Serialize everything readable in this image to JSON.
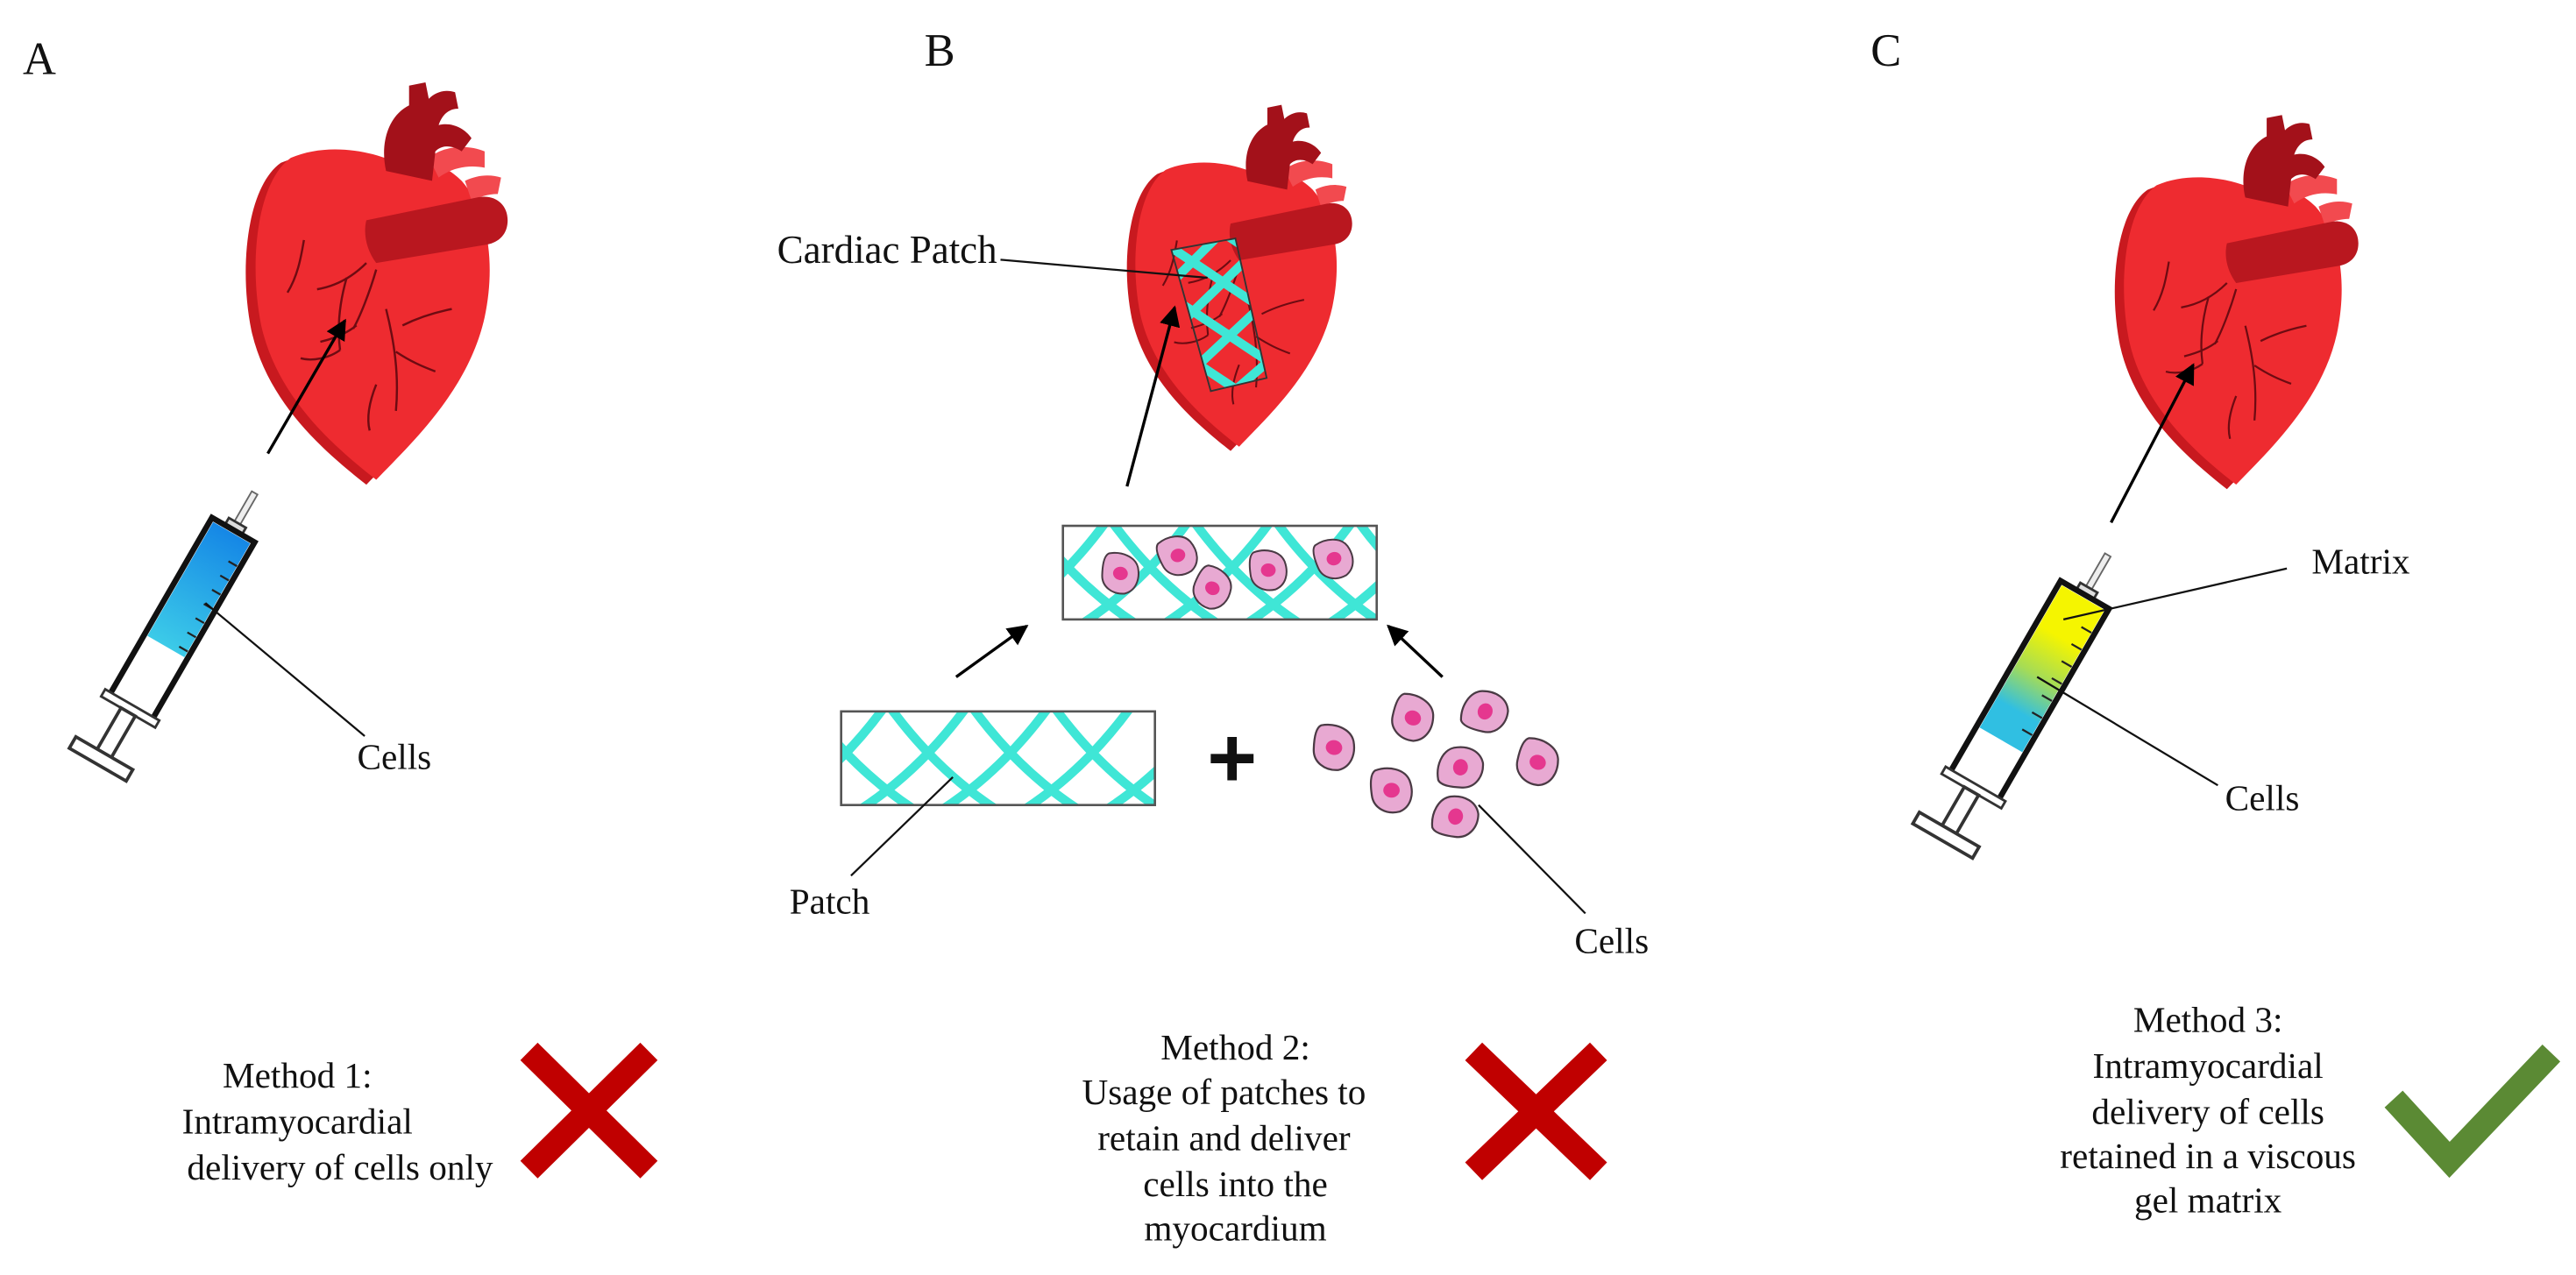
{
  "panel_a": {
    "letter": "A",
    "cells_label": "Cells",
    "method_lines": [
      "Method 1:",
      "Intramyocardial",
      "delivery of cells only"
    ],
    "verdict_icon": "cross-icon"
  },
  "panel_b": {
    "letter": "B",
    "cardiac_patch_label": "Cardiac Patch",
    "patch_label": "Patch",
    "plus_sign": "+",
    "cells_label": "Cells",
    "method_lines": [
      "Method 2:",
      "Usage of patches to",
      "retain and deliver",
      "cells into the",
      "myocardium"
    ],
    "verdict_icon": "cross-icon"
  },
  "panel_c": {
    "letter": "C",
    "matrix_label": "Matrix",
    "cells_label": "Cells",
    "method_lines": [
      "Method 3:",
      "Intramyocardial",
      "delivery of cells",
      "retained in a viscous",
      "gel matrix"
    ],
    "verdict_icon": "check-icon"
  },
  "colors": {
    "heart_body": "#ee2b30",
    "heart_shadow": "#c8191f",
    "aorta": "#a3111a",
    "pulmonary_artery": "#b9171f",
    "pulmonary_veins": "#f24a4f",
    "coronary_vessels": "#6e0b12",
    "patch_mesh": "#3fe6d6",
    "cell_body": "#e8a9d2",
    "cell_nucleus": "#e5378f",
    "cross": "#c00000",
    "check": "#5b8a34",
    "cells_fluid_top": "#1587e6",
    "cells_fluid_bottom": "#3ccbe8",
    "matrix_yellow": "#f5f500",
    "matrix_green": "#a6dc55",
    "matrix_cells_cyan": "#30bfe2"
  }
}
